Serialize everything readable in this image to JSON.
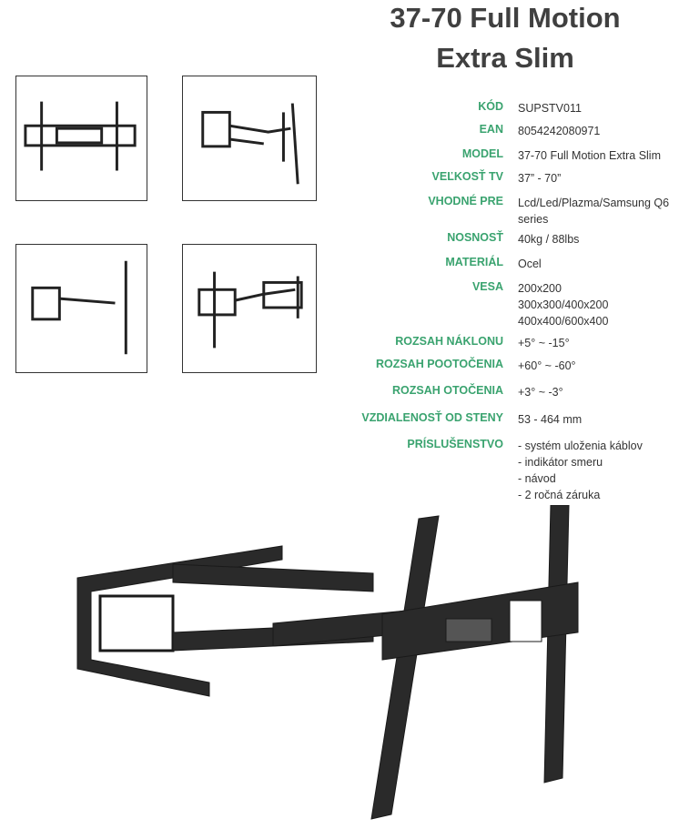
{
  "title": {
    "line1": "37-70 Full Motion",
    "line2": "Extra Slim"
  },
  "colors": {
    "label": "#3aa36f",
    "title": "#404040",
    "text": "#333333"
  },
  "specs": [
    {
      "label": "KÓD",
      "values": [
        "SUPSTV011"
      ]
    },
    {
      "label": "EAN",
      "values": [
        "8054242080971"
      ]
    },
    {
      "label": "MODEL",
      "values": [
        "37-70 Full Motion Extra Slim"
      ]
    },
    {
      "label": "VEĽKOSŤ TV",
      "values": [
        "37” - 70”"
      ]
    },
    {
      "label": "VHODNÉ PRE",
      "values": [
        "Lcd/Led/Plazma/Samsung Q6",
        "series"
      ]
    },
    {
      "label": "NOSNOSŤ",
      "values": [
        "40kg / 88lbs"
      ]
    },
    {
      "label": "MATERIÁL",
      "values": [
        "Ocel"
      ]
    },
    {
      "label": "VESA",
      "values": [
        "200x200",
        "300x300/400x200",
        "400x400/600x400"
      ]
    },
    {
      "label": "ROZSAH NÁKLONU",
      "values": [
        "+5° ~ -15°"
      ]
    },
    {
      "label": "ROZSAH POOTOČENIA",
      "values": [
        "+60° ~ -60°"
      ]
    },
    {
      "label": "ROZSAH OTOČENIA",
      "values": [
        "+3° ~ -3°"
      ]
    },
    {
      "label": "VZDIALENOSŤ OD STENY",
      "values": [
        "53 - 464 mm"
      ]
    },
    {
      "label": "PRÍSLUŠENSTVO",
      "values": [
        "- systém uloženia káblov",
        "- indikátor smeru",
        "- návod",
        "- 2 ročná záruka"
      ]
    }
  ]
}
